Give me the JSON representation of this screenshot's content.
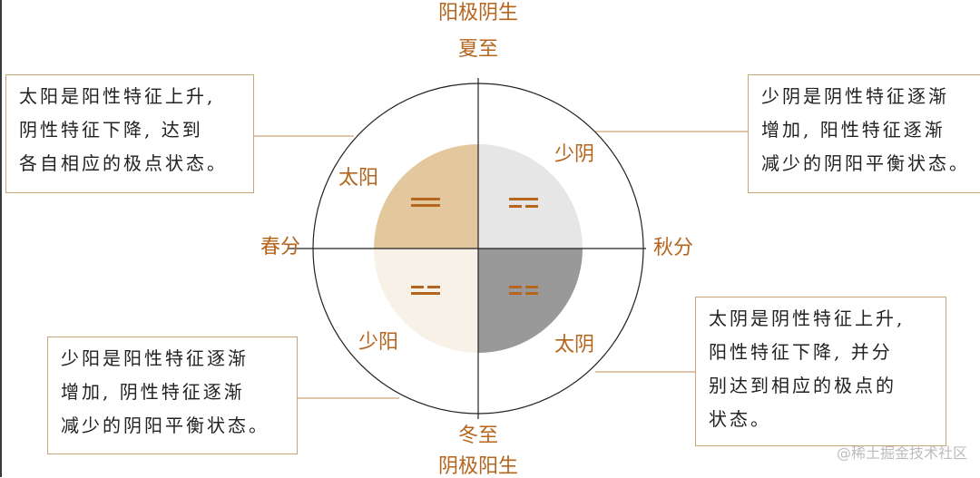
{
  "labels": {
    "top_pole": "阳极阴生",
    "top_term": "夏至",
    "bottom_term": "冬至",
    "bottom_pole": "阴极阳生",
    "left_term": "春分",
    "right_term": "秋分",
    "q_top_left": "太阳",
    "q_top_right": "少阴",
    "q_bottom_left": "少阳",
    "q_bottom_right": "太阴"
  },
  "notes": {
    "top_left": "太阳是阳性特征上升,\n阴性特征下降, 达到\n各自相应的极点状态。",
    "top_right": "少阴是阴性特征逐渐\n增加, 阳性特征逐渐\n减少的阴阳平衡状态。",
    "bottom_left": "少阳是阳性特征逐渐\n增加, 阴性特征逐渐\n减少的阴阳平衡状态。",
    "bottom_right": "太阴是阴性特征上升,\n阳性特征下降, 并分\n别达到相应的极点的\n状态。"
  },
  "watermark": "@稀土掘金技术社区",
  "colors": {
    "accent": "#b5651d",
    "line": "#c9a477",
    "taiyang_fill": "#e3c89e",
    "shaoyin_fill": "#e6e6e6",
    "shaoyang_fill": "#f7f1e7",
    "taiyin_fill": "#999999"
  }
}
